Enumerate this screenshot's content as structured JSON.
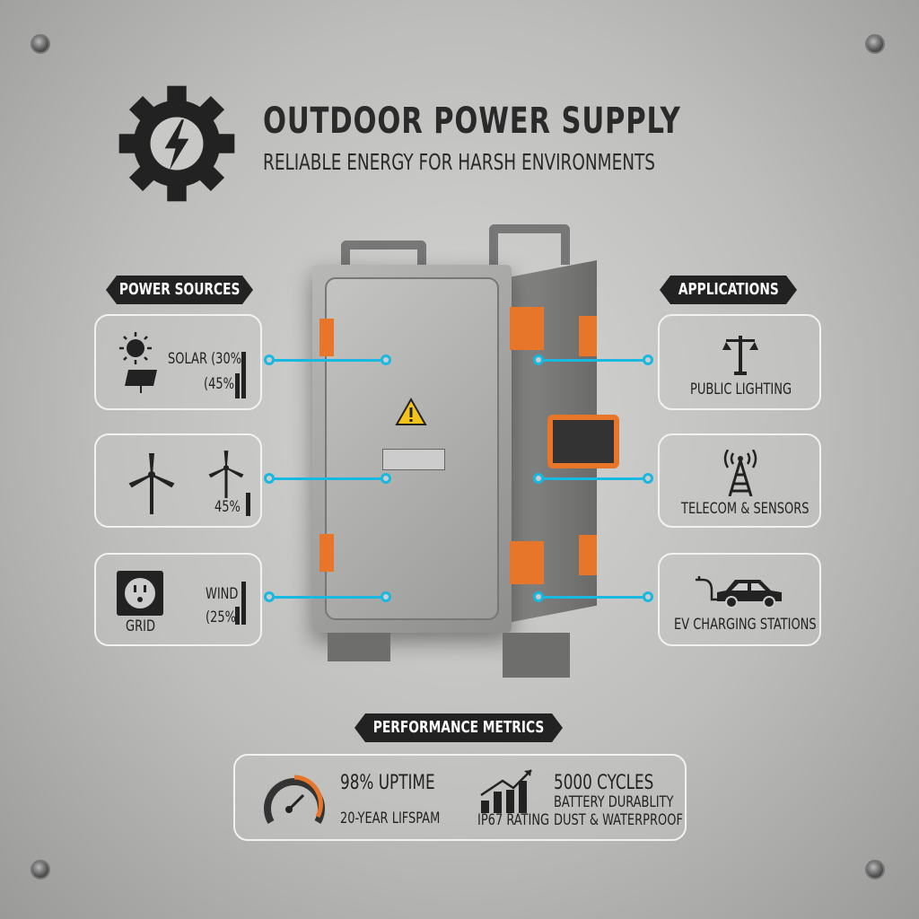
{
  "header": {
    "title": "OUTDOOR POWER SUPPLY",
    "subtitle": "RELIABLE ENERGY FOR HARSH ENVIRONMENTS",
    "logo_icon": "gear-lightning-icon"
  },
  "power_sources": {
    "heading": "POWER SOURCES",
    "items": [
      {
        "icon": "sun-solar-panel-icon",
        "label": "SOLAR (30%)",
        "value": "(45%"
      },
      {
        "icon": "wind-turbine-icon",
        "label": "",
        "value": "45%"
      },
      {
        "icon": "power-outlet-icon",
        "label": "GRID",
        "label2": "WIND",
        "value": "(25%"
      }
    ]
  },
  "applications": {
    "heading": "APPLICATIONS",
    "items": [
      {
        "icon": "street-lamp-icon",
        "label": "PUBLIC LIGHTING"
      },
      {
        "icon": "radio-tower-icon",
        "label": "TELECOM & SENSORS"
      },
      {
        "icon": "ev-car-icon",
        "label": "EV CHARGING STATIONS"
      }
    ]
  },
  "device": {
    "warning_icon": "warning-triangle-icon"
  },
  "metrics": {
    "heading": "PERFORMANCE METRICS",
    "uptime": "98% UPTIME",
    "lifespan": "20-YEAR LIFSPAM",
    "rating": "IP67 RATING",
    "cycles": "5000 CYCLES",
    "durability": "BATTERY DURABLITY",
    "waterproof": "DUST & WATERPROOF",
    "gauge_icon": "speedometer-icon",
    "chart_icon": "bar-chart-growth-icon"
  },
  "colors": {
    "accent": "#19b8e0",
    "orange": "#e8762a",
    "dark": "#222222"
  }
}
